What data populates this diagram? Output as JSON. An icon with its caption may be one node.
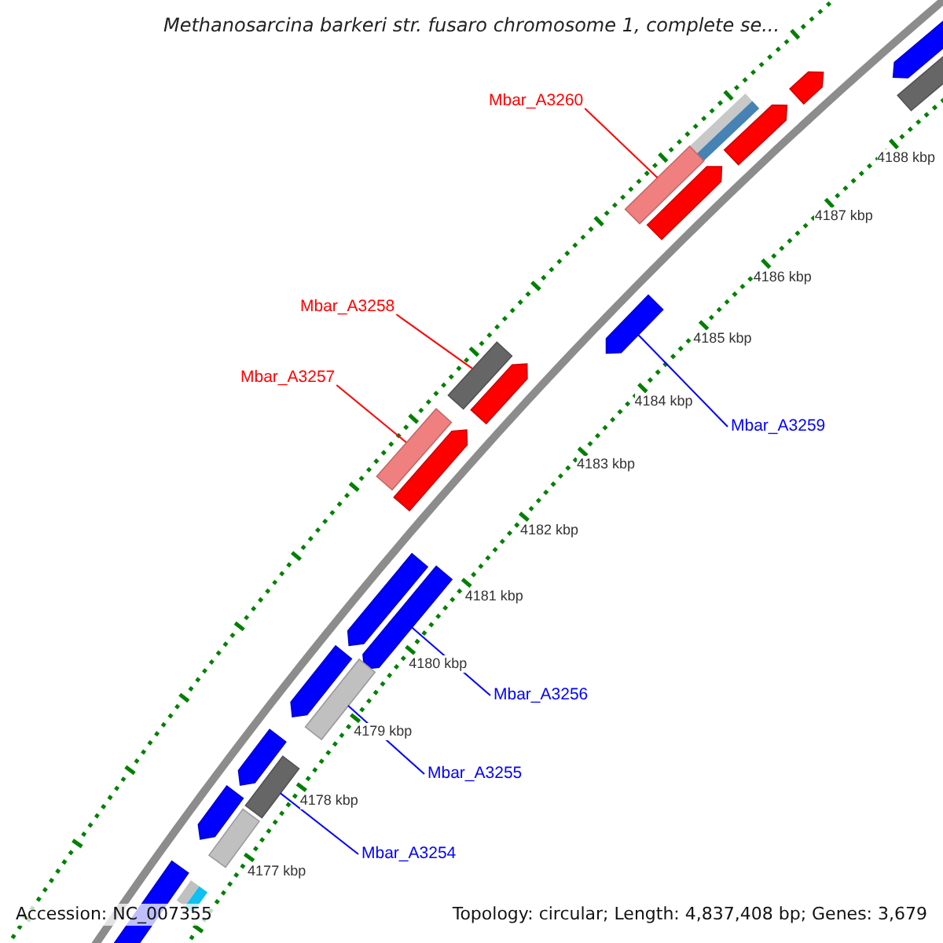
{
  "diagram": {
    "title": "Methanosarcina barkeri str. fusaro chromosome 1, complete se...",
    "nodes": [
      {
        "text": [
          "Mbar_A3260"
        ]
      },
      {
        "text": [
          "Mbar_A3258"
        ]
      },
      {
        "text": [
          "Mbar_A3257"
        ]
      },
      {
        "text": [
          "Mbar_A3259"
        ]
      },
      {
        "text": [
          "Mbar_A3256"
        ]
      },
      {
        "text": [
          "Mbar_A3255"
        ]
      },
      {
        "text": [
          "Mbar_A3254"
        ]
      },
      {
        "text": [],
        "shape": "arrow"
      },
      {
        "text": [],
        "shape": "box"
      },
      {
        "text": [],
        "shape": "arrow"
      },
      {
        "text": [],
        "shape": "box"
      },
      {
        "text": [],
        "shape": "arrow"
      },
      {
        "text": [],
        "shape": "box"
      },
      {
        "text": [],
        "shape": "arrow"
      },
      {
        "text": [],
        "shape": "arrow"
      },
      {
        "text": [],
        "shape": "box"
      },
      {
        "text": [],
        "shape": "arrow"
      },
      {
        "text": [],
        "shape": "box"
      },
      {
        "text": [],
        "shape": "arrow"
      },
      {
        "text": [],
        "shape": "arrow"
      },
      {
        "text": [],
        "shape": "arrow"
      },
      {
        "text": [],
        "shape": "arrow"
      },
      {
        "text": [],
        "shape": "box"
      },
      {
        "text": [],
        "shape": "arrow"
      },
      {
        "text": [],
        "shape": "box"
      },
      {
        "text": [],
        "shape": "arrow"
      },
      {
        "text": [],
        "shape": "box"
      },
      {
        "text": [],
        "shape": "arrow"
      },
      {
        "text": [],
        "shape": "box"
      }
    ],
    "edges": [
      {
        "from": 0,
        "to": 12,
        "arrow": "none",
        "color": "#ff0000"
      },
      {
        "from": 1,
        "to": 15,
        "arrow": "none",
        "color": "#ff0000"
      },
      {
        "from": 2,
        "to": 17,
        "arrow": "none",
        "color": "#ff0000"
      },
      {
        "from": 3,
        "to": 14,
        "arrow": "none"
      },
      {
        "from": 4,
        "to": 20,
        "arrow": "none"
      },
      {
        "from": 5,
        "to": 22,
        "arrow": "none"
      },
      {
        "from": 6,
        "to": 24,
        "arrow": "none"
      }
    ],
    "labels": [
      "4188 kbp",
      "4187 kbp",
      "4186 kbp",
      "4185 kbp",
      "4184 kbp",
      "4183 kbp",
      "4182 kbp",
      "4181 kbp",
      "4180 kbp",
      "4179 kbp",
      "4178 kbp",
      "4177 kbp",
      "Accession: NC_007355",
      "Topology: circular; Length: 4,837,408 bp; Genes: 3,679"
    ]
  }
}
